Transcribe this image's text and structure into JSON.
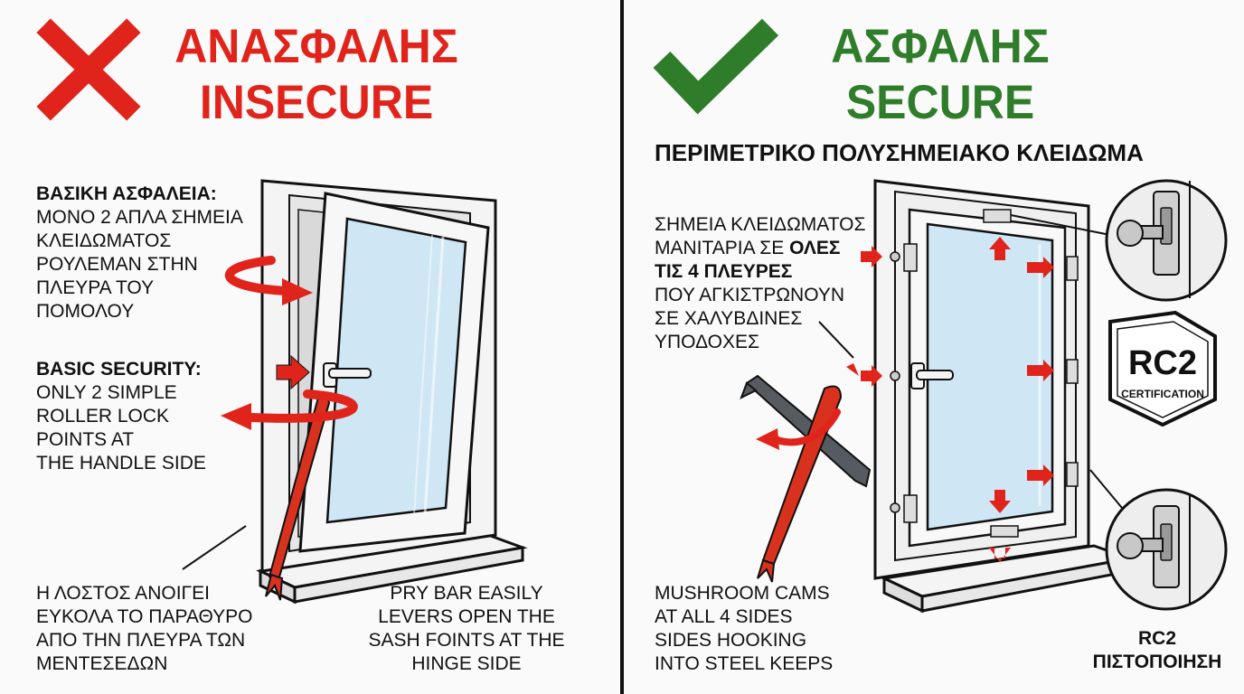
{
  "colors": {
    "insecure": "#e0241b",
    "secure": "#2f7d2a",
    "frame": "#f4f4f4",
    "glass": "#cfe6f5",
    "outline": "#111111",
    "crowbar_red": "#d8321f",
    "crowbar_grey": "#555b60"
  },
  "icons": {
    "insecure": "cross-icon",
    "secure": "checkmark-icon"
  },
  "left": {
    "title_greek": "ΑΝΑΣΦΑΛΗΣ",
    "title_english": "INSECURE",
    "greek_basic": [
      "ΒΑΣΙΚΗ ΑΣΦΑΛΕΙΑ:",
      "ΜΟΝΟ 2 ΑΠΛΑ ΣΗΜΕΙΑ",
      "ΚΛΕΙΔΩΜΑΤΟΣ",
      "ΡΟΥΛΕΜΑΝ ΣΤΗΝ",
      "ΠΛΕΥΡΑ ΤΟΥ",
      "ΠΟΜΟΛΟΥ"
    ],
    "english_basic": [
      "BASIC SECURITY:",
      "ONLY 2 SIMPLE",
      "ROLLER LOCK",
      "POINTS AT",
      "THE HANDLE SIDE"
    ],
    "greek_pry": [
      "Η ΛΟΣΤΟΣ ΑΝΟΙΓΕΙ",
      "ΕΥΚΟΛΑ ΤΟ ΠΑΡΑΘΥΡΟ",
      "ΑΠΟ ΤΗΝ ΠΛΕΥΡΑ ΤΩΝ",
      "ΜΕΝΤΕΣΕΔΩΝ"
    ],
    "english_pry": [
      "PRY BAR EASILY",
      "LEVERS OPEN THE",
      "SASH FOINTS AT THE",
      "HINGE SIDE"
    ]
  },
  "right": {
    "title_greek": "ΑΣΦΑΛΗΣ",
    "title_english": "SECURE",
    "subtitle": "ΠΕΡΙΜΕΤΡΙΚΟ ΠΟΛΥΣΗΜΕΙΑΚΟ ΚΛΕΙΔΩΜΑ",
    "greek_points": {
      "l1": "ΣΗΜΕΙΑ ΚΛΕΙΔΩΜΑΤΟΣ",
      "l2a": "ΜΑΝΙΤΑΡΙΑ ΣΕ ",
      "l2b": "ΟΛΕΣ",
      "l3": "ΤΙΣ 4 ΠΛΕΥΡΕΣ",
      "l4": "ΠΟΥ ΑΓΚΙΣΤΡΩΝΟΥΝ",
      "l5": "ΣΕ ΧΑΛΥΒΔΙΝΕΣ",
      "l6": "ΥΠΟΔΟΧΕΣ"
    },
    "english_points": [
      "MUSHROOM CAMS",
      "AT ALL 4 SIDES",
      "SIDES HOOKING",
      "INTO STEEL KEEPS"
    ],
    "badge": {
      "big": "RC2",
      "small": "CERTIFICATION"
    },
    "cert_label": [
      "RC2",
      "ΠΙΣΤΟΠΟΙΗΣΗ"
    ]
  }
}
